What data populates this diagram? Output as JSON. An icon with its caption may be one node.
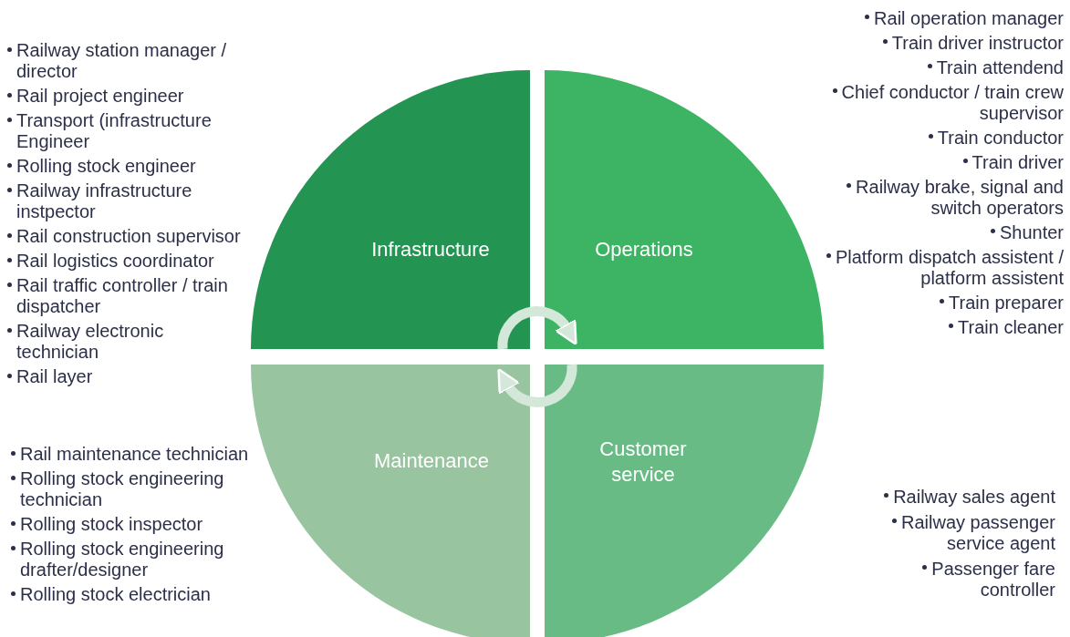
{
  "diagram": {
    "nodes": [
      {
        "text": [
          "Infrastructure"
        ],
        "beside": [
          "Railway station manager / director",
          "Rail project engineer",
          "Transport (infrastructure Engineer",
          "Rolling stock engineer",
          "Railway infrastructure instpector",
          "Rail construction supervisor",
          "Rail logistics coordinator",
          "Rail traffic controller / train dispatcher",
          "Railway electronic technician",
          "Rail layer"
        ]
      },
      {
        "text": [
          "Operations"
        ],
        "beside": [
          "Rail operation manager",
          "Train driver instructor",
          "Train attendend",
          "Chief conductor / train crew supervisor",
          "Train conductor",
          "Train driver",
          "Railway brake, signal and switch operators",
          "Shunter",
          "Platform dispatch assistent / platform assistent",
          "Train preparer",
          "Train cleaner"
        ]
      },
      {
        "text": [
          "Maintenance"
        ],
        "beside": [
          "Rail maintenance technician",
          "Rolling stock engineering technician",
          "Rolling stock inspector",
          "Rolling stock engineering drafter/designer",
          "Rolling stock electrician"
        ]
      },
      {
        "text": [
          "Customer service"
        ],
        "beside": [
          "Railway sales agent",
          "Railway passenger service agent",
          "Passenger fare controller"
        ]
      }
    ],
    "edges": [
      {
        "from": 0,
        "to": 1,
        "arrow": "to"
      },
      {
        "from": 3,
        "to": 2,
        "arrow": "to"
      }
    ]
  }
}
